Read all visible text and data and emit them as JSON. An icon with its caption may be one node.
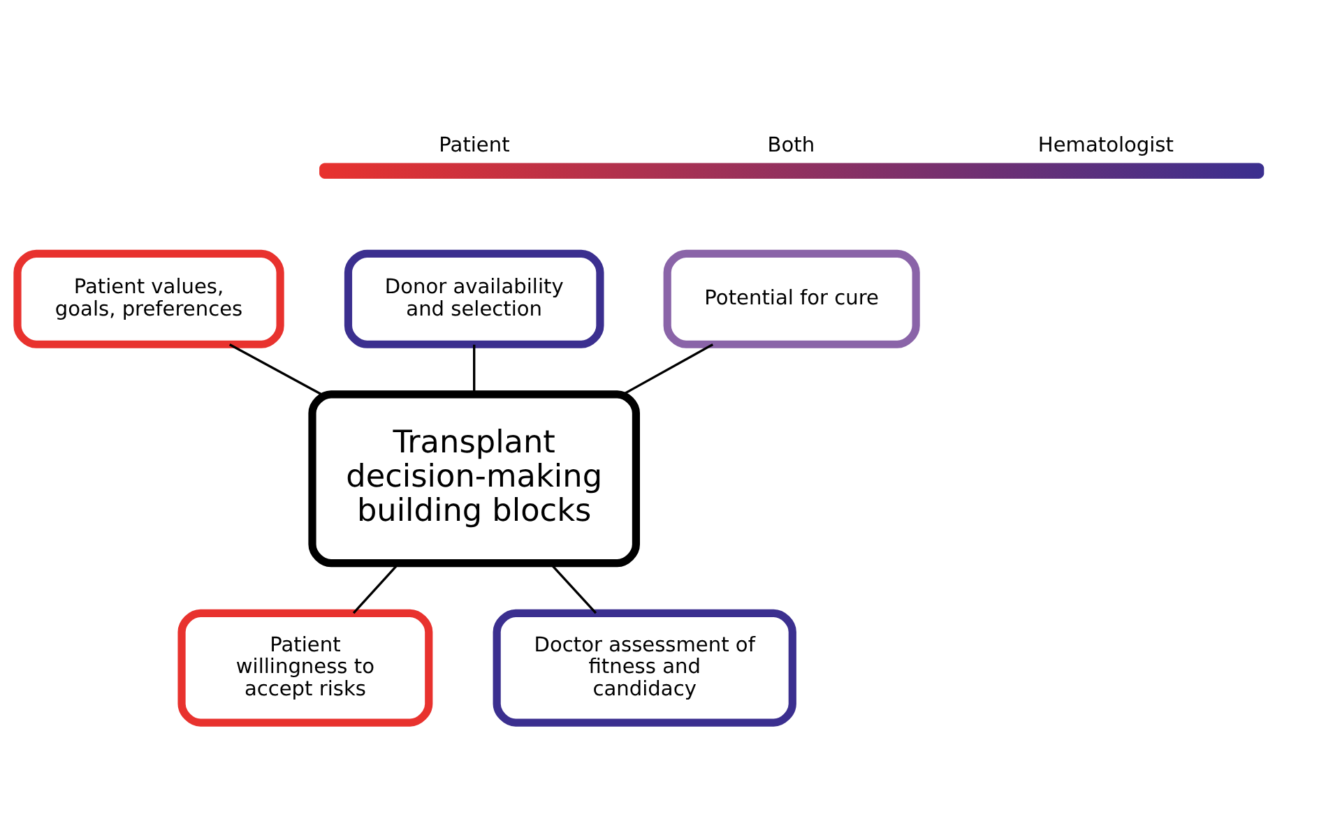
{
  "diagram": {
    "nodes": [
      {
        "text": [
          "Potential for cure"
        ]
      },
      {
        "text": [
          "Patient values, goals, preferences"
        ]
      },
      {
        "text": [
          "Donor availability and selection"
        ]
      },
      {
        "text": [
          "Transplant decision-making building blocks"
        ]
      },
      {
        "text": [
          "Patient willingness to accept risks"
        ]
      },
      {
        "text": [
          "Doctor assessment of fitness and candidacy"
        ]
      }
    ],
    "edges": [
      {
        "from": 3,
        "to": 0,
        "arrow": "none"
      },
      {
        "from": 3,
        "to": 1,
        "arrow": "none"
      },
      {
        "from": 3,
        "to": 2,
        "arrow": "none"
      },
      {
        "from": 3,
        "to": 4,
        "arrow": "none"
      },
      {
        "from": 3,
        "to": 5,
        "arrow": "none"
      }
    ],
    "labels": [
      "Patient",
      "Both",
      "Hematologist"
    ]
  }
}
